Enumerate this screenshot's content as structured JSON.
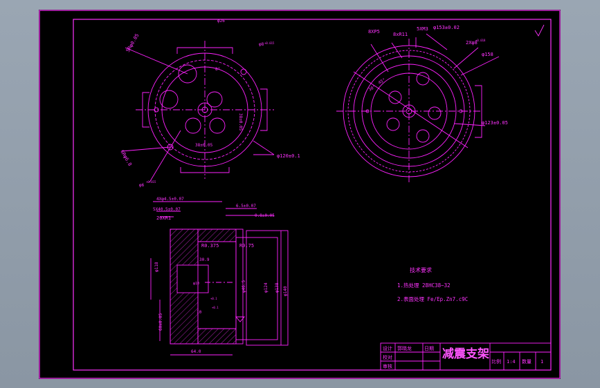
{
  "top_left_view": {
    "dims": [
      "5Rφ0.05",
      "φ26",
      "φ8",
      "φ6",
      "φ6",
      "38±0.05",
      "38±0.05",
      "6Rφ6.8",
      "φ120±0.1",
      "φ6",
      "8°"
    ],
    "tolerance": "+0.015"
  },
  "top_right_view": {
    "dims": [
      "8XP5",
      "8xR11",
      "5XM3",
      "φ153±0.02",
      "2Xφ8",
      "φ158",
      "φ123±0.05",
      "30°",
      "45°"
    ],
    "tolerance": "+0.018"
  },
  "section_view": {
    "dims": [
      "4Xφ4.5±0.07",
      "5X40.5±0.07",
      "20XR1",
      "6.5±0.07",
      "0.8±0.05",
      "R0.375",
      "R0.75",
      "30.9",
      "φ46.5",
      "φ118",
      "φ124",
      "φ138",
      "φ140",
      "60±0.05",
      "64.0",
      "10",
      "φ10"
    ],
    "tolerances": [
      "+0.1",
      "+0.1"
    ]
  },
  "notes": {
    "heading": "技术要求",
    "items": [
      "1.热处理 28HC38~32",
      "2.表面处理 Fe/Ep.Zn7.c9C"
    ]
  },
  "title_block": {
    "title": "减震支架",
    "designer_label": "设计",
    "designer_name": "郭晓龙",
    "checker_label": "校对",
    "approver_label": "审核",
    "date_label": "日期",
    "scale_label": "比例",
    "scale_value": "1:4",
    "qty_label": "数量",
    "qty_value": "1"
  },
  "colors": {
    "paper": "#000000",
    "lines": "#ff00ff",
    "window": "#8d99a6"
  }
}
